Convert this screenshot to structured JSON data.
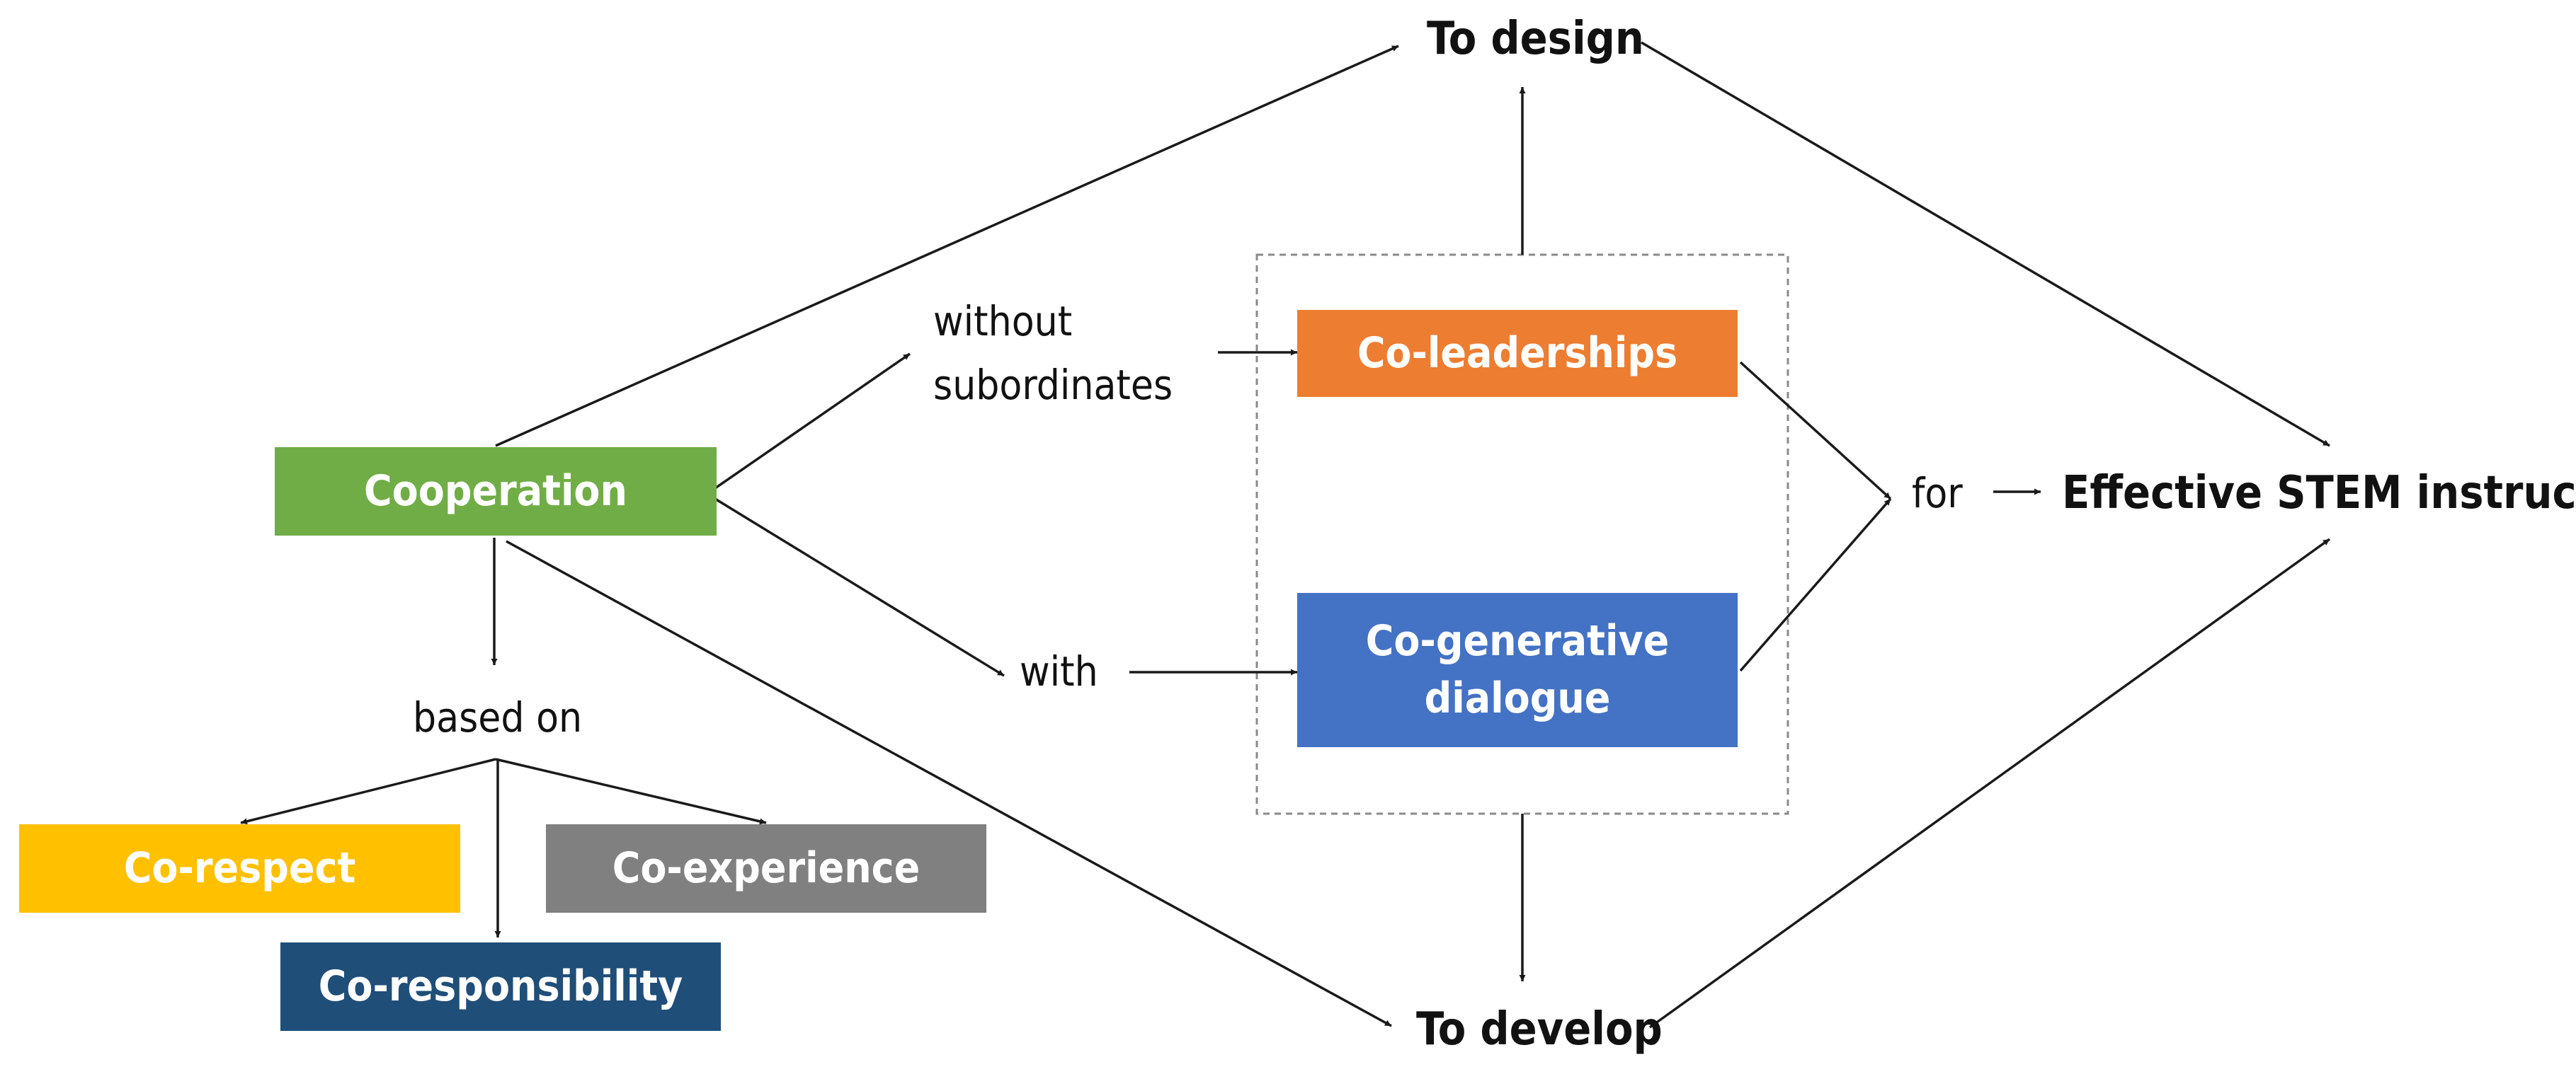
{
  "nodes": {
    "cooperation": {
      "text": "Cooperation",
      "color": "#70AD47"
    },
    "co_leaderships": {
      "text": "Co-leaderships",
      "color": "#ED7D31"
    },
    "co_generative": {
      "line1": "Co-generative",
      "line2": "dialogue",
      "color": "#4472C4"
    },
    "co_respect": {
      "text": "Co-respect",
      "color": "#FFC000"
    },
    "co_experience": {
      "text": "Co-experience",
      "color": "#808080"
    },
    "co_responsibility": {
      "text": "Co-responsibility",
      "color": "#1F4E79"
    }
  },
  "labels": {
    "to_design": "To design",
    "to_develop": "To develop",
    "without_subordinates": {
      "line1": "without",
      "line2": "subordinates"
    },
    "with": "with",
    "based_on": "based on",
    "for": "for",
    "effective_stem": "Effective  STEM instruction"
  }
}
